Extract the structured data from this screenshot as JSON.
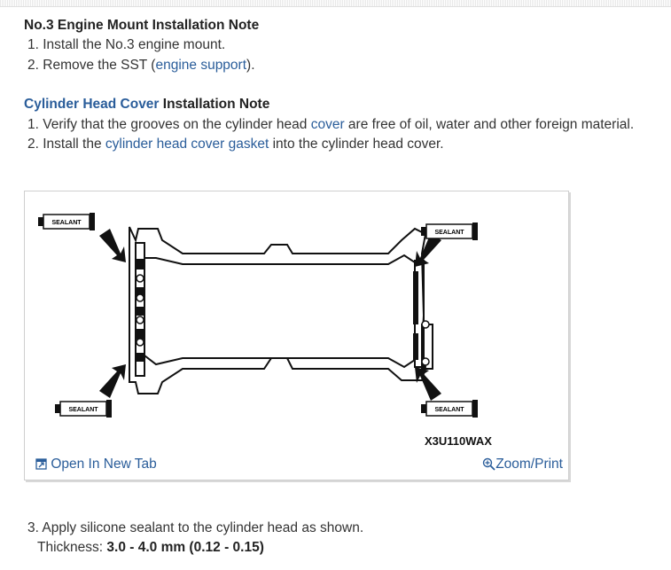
{
  "section1": {
    "title": "No.3 Engine Mount Installation Note",
    "steps": [
      {
        "num": "1.",
        "text": "Install the No.3 engine mount."
      },
      {
        "num": "2.",
        "pre": "Remove the SST (",
        "link": "engine support",
        "post": ")."
      }
    ]
  },
  "section2": {
    "title_link": "Cylinder Head Cover",
    "title_rest": " Installation Note",
    "steps": [
      {
        "num": "1.",
        "pre": "Verify that the grooves on the cylinder head ",
        "link": "cover",
        "post": " are free of oil, water and other foreign material."
      },
      {
        "num": "2.",
        "pre": "Install the ",
        "link": "cylinder head cover gasket",
        "post": " into the cylinder head cover."
      }
    ]
  },
  "figure": {
    "code": "X3U110WAX",
    "sealant_label": "SEALANT",
    "open_tab_label": "Open In New Tab",
    "zoom_label": "Zoom/Print"
  },
  "step3": {
    "num": "3.",
    "text": "Apply silicone sealant to the cylinder head as shown.",
    "thickness_label": "Thickness: ",
    "thickness_value": "3.0 - 4.0 mm (0.12 - 0.15)"
  },
  "colors": {
    "link": "#2a5d9a",
    "text": "#333333"
  }
}
